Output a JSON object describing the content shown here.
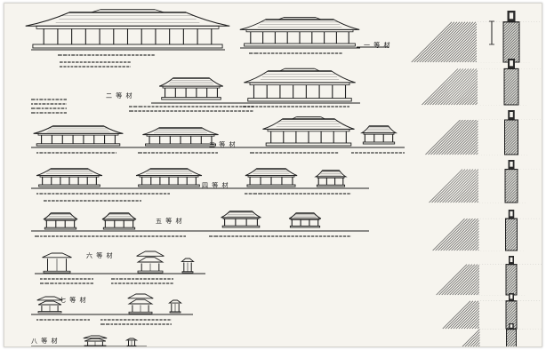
{
  "page": {
    "grade_labels": {
      "g1": "一 等 材",
      "g2": "二 等 材",
      "g3": "三 等 材",
      "g4": "四 等 材",
      "g5": "五 等 材",
      "g6": "六 等 材",
      "g7": "七 等 材",
      "g8": "八 等 材"
    }
  },
  "colors": {
    "ink": "#1e1e1e",
    "paper": "#f6f4ee",
    "hatch": "#555555"
  },
  "icons": [
    "building-elevation-icon",
    "timber-section-icon"
  ]
}
